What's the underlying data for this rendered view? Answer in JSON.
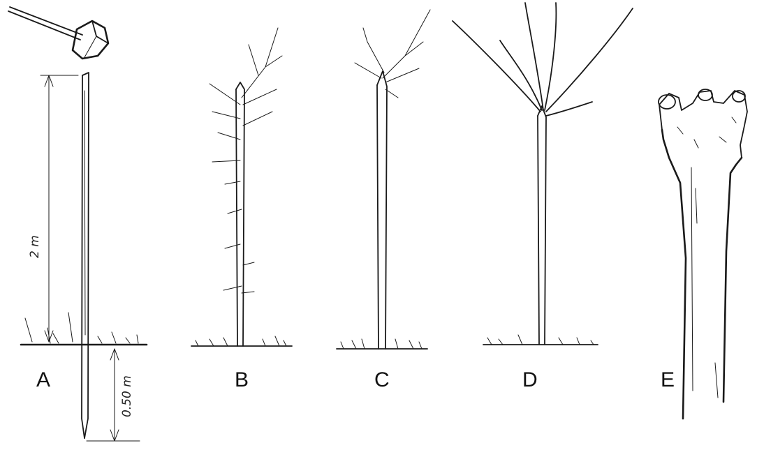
{
  "panels": [
    {
      "id": "A",
      "label": "A"
    },
    {
      "id": "B",
      "label": "B"
    },
    {
      "id": "C",
      "label": "C"
    },
    {
      "id": "D",
      "label": "D"
    },
    {
      "id": "E",
      "label": "E"
    }
  ],
  "dimensions": {
    "above_ground": "2 m",
    "below_ground": "0.50 m"
  },
  "colors": {
    "ink": "#1a1a1a",
    "background": "#ffffff"
  }
}
